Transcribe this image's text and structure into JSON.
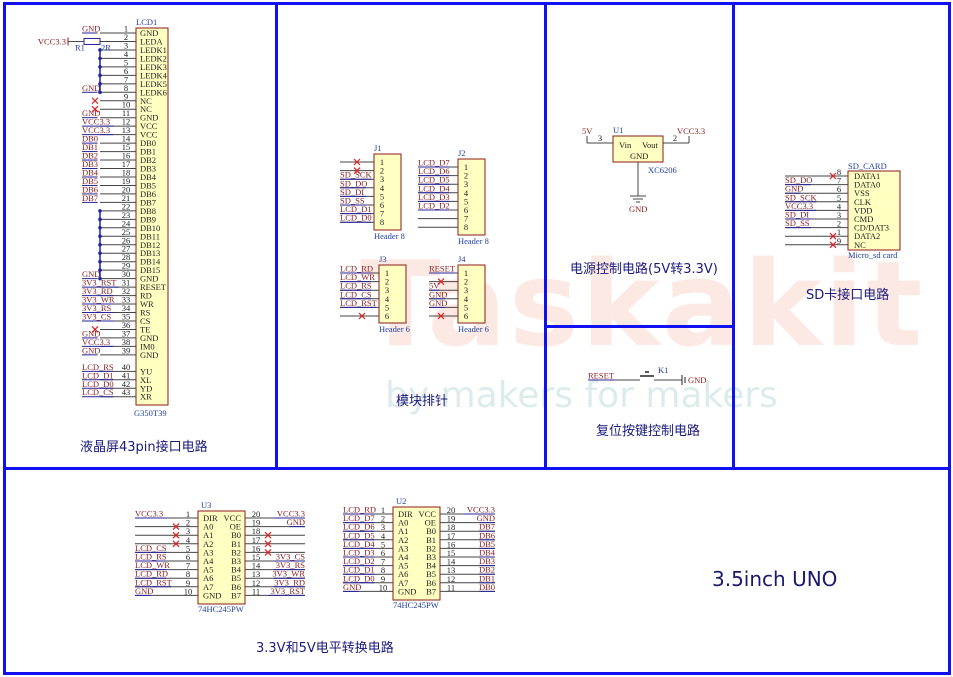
{
  "colors": {
    "border": "#1010f0",
    "net": "#8b1a1a",
    "wire": "#23239a",
    "ref": "#1f3f9f",
    "box_fill": "#ffffc2",
    "box_stroke": "#8b1a1a",
    "nc": "#e02020"
  },
  "watermark": {
    "brand": "Taskakit",
    "tagline": "by makers for makers"
  },
  "sections": {
    "lcd": "液晶屏43pin接口电路",
    "headers": "模块排针",
    "power": "电源控制电路(5V转3.3V)",
    "reset": "复位按键控制电路",
    "sd": "SD卡接口电路",
    "level": "3.3V和5V电平转换电路",
    "board": "3.5inch UNO"
  },
  "lcd": {
    "ref": "LCD1",
    "part": "G350T39",
    "resistor": "R1",
    "resistor_pin": "2R",
    "vcc": "VCC3.3",
    "pins": [
      {
        "n": "1",
        "name": "GND",
        "net": "GND"
      },
      {
        "n": "2",
        "name": "LEDA",
        "net": ""
      },
      {
        "n": "3",
        "name": "LEDK1",
        "net": ""
      },
      {
        "n": "4",
        "name": "LEDK2",
        "net": ""
      },
      {
        "n": "5",
        "name": "LEDK3",
        "net": ""
      },
      {
        "n": "6",
        "name": "LEDK4",
        "net": ""
      },
      {
        "n": "7",
        "name": "LEDK5",
        "net": ""
      },
      {
        "n": "8",
        "name": "LEDK6",
        "net": "GND"
      },
      {
        "n": "9",
        "name": "NC",
        "net": "x"
      },
      {
        "n": "10",
        "name": "NC",
        "net": "x"
      },
      {
        "n": "11",
        "name": "GND",
        "net": "GND"
      },
      {
        "n": "12",
        "name": "VCC",
        "net": "VCC3.3"
      },
      {
        "n": "13",
        "name": "VCC",
        "net": "VCC3.3"
      },
      {
        "n": "14",
        "name": "DB0",
        "net": "DB0"
      },
      {
        "n": "15",
        "name": "DB1",
        "net": "DB1"
      },
      {
        "n": "16",
        "name": "DB2",
        "net": "DB2"
      },
      {
        "n": "17",
        "name": "DB3",
        "net": "DB3"
      },
      {
        "n": "18",
        "name": "DB4",
        "net": "DB4"
      },
      {
        "n": "19",
        "name": "DB5",
        "net": "DB5"
      },
      {
        "n": "20",
        "name": "DB6",
        "net": "DB6"
      },
      {
        "n": "21",
        "name": "DB7",
        "net": "DB7"
      },
      {
        "n": "22",
        "name": "DB8",
        "net": ""
      },
      {
        "n": "23",
        "name": "DB9",
        "net": ""
      },
      {
        "n": "24",
        "name": "DB10",
        "net": ""
      },
      {
        "n": "25",
        "name": "DB11",
        "net": ""
      },
      {
        "n": "26",
        "name": "DB12",
        "net": ""
      },
      {
        "n": "27",
        "name": "DB13",
        "net": ""
      },
      {
        "n": "28",
        "name": "DB14",
        "net": ""
      },
      {
        "n": "29",
        "name": "DB15",
        "net": ""
      },
      {
        "n": "30",
        "name": "GND",
        "net": "GND"
      },
      {
        "n": "31",
        "name": "RESET",
        "net": "3V3_RST"
      },
      {
        "n": "32",
        "name": "RD",
        "net": "3V3_RD"
      },
      {
        "n": "33",
        "name": "WR",
        "net": "3V3_WR"
      },
      {
        "n": "34",
        "name": "RS",
        "net": "3V3_RS"
      },
      {
        "n": "35",
        "name": "CS",
        "net": "3V3_CS"
      },
      {
        "n": "36",
        "name": "TE",
        "net": "x"
      },
      {
        "n": "37",
        "name": "GND",
        "net": "GND"
      },
      {
        "n": "38",
        "name": "IM0",
        "net": "VCC3.3"
      },
      {
        "n": "39",
        "name": "GND",
        "net": "GND"
      },
      {
        "n": "40",
        "name": "YU",
        "net": "LCD_RS"
      },
      {
        "n": "41",
        "name": "XL",
        "net": "LCD_D1"
      },
      {
        "n": "42",
        "name": "YD",
        "net": "LCD_D0"
      },
      {
        "n": "43",
        "name": "XR",
        "net": "LCD_CS"
      }
    ]
  },
  "headers": [
    {
      "ref": "J1",
      "part": "Header 8",
      "pins": [
        {
          "n": "1",
          "net": "x"
        },
        {
          "n": "2",
          "net": "x"
        },
        {
          "n": "3",
          "net": "SD_SCK"
        },
        {
          "n": "4",
          "net": "SD_DO"
        },
        {
          "n": "5",
          "net": "SD_DI"
        },
        {
          "n": "6",
          "net": "SD_SS"
        },
        {
          "n": "7",
          "net": "LCD_D1"
        },
        {
          "n": "8",
          "net": "LCD_D0"
        }
      ]
    },
    {
      "ref": "J2",
      "part": "Header 8",
      "pins": [
        {
          "n": "1",
          "net": "LCD_D7"
        },
        {
          "n": "2",
          "net": "LCD_D6"
        },
        {
          "n": "3",
          "net": "LCD_D5"
        },
        {
          "n": "4",
          "net": "LCD_D4"
        },
        {
          "n": "5",
          "net": "LCD_D3"
        },
        {
          "n": "6",
          "net": "LCD_D2"
        },
        {
          "n": "7",
          "net": ""
        },
        {
          "n": "8",
          "net": ""
        }
      ]
    },
    {
      "ref": "J3",
      "part": "Header 6",
      "pins": [
        {
          "n": "1",
          "net": "LCD_RD"
        },
        {
          "n": "2",
          "net": "LCD_WR"
        },
        {
          "n": "3",
          "net": "LCD_RS"
        },
        {
          "n": "4",
          "net": "LCD_CS"
        },
        {
          "n": "5",
          "net": "LCD_RST"
        },
        {
          "n": "6",
          "net": "x"
        }
      ]
    },
    {
      "ref": "J4",
      "part": "Header 6",
      "pins": [
        {
          "n": "1",
          "net": "RESET"
        },
        {
          "n": "2",
          "net": "x"
        },
        {
          "n": "3",
          "net": "5V"
        },
        {
          "n": "4",
          "net": "GND"
        },
        {
          "n": "5",
          "net": "GND"
        },
        {
          "n": "6",
          "net": "x"
        }
      ]
    }
  ],
  "regulator": {
    "ref": "U1",
    "part": "XC6206",
    "vin": "Vin",
    "vout": "Vout",
    "gnd": "GND",
    "vin_pin": "3",
    "vout_pin": "2",
    "in_net": "5V",
    "out_net": "VCC3.3",
    "gnd_net": "GND"
  },
  "switch": {
    "ref": "K1",
    "net": "RESET",
    "gnd": "GND"
  },
  "sdcard": {
    "ref": "SD_CARD",
    "part": "Micro_sd card",
    "pins": [
      {
        "n": "8",
        "name": "DATA1",
        "net": "x"
      },
      {
        "n": "7",
        "name": "DATA0",
        "net": "SD_DO"
      },
      {
        "n": "6",
        "name": "VSS",
        "net": "GND"
      },
      {
        "n": "5",
        "name": "CLK",
        "net": "SD_SCK"
      },
      {
        "n": "4",
        "name": "VDD",
        "net": "VCC3.3"
      },
      {
        "n": "3",
        "name": "CMD",
        "net": "SD_DI"
      },
      {
        "n": "2",
        "name": "CD/DAT3",
        "net": "SD_SS"
      },
      {
        "n": "1",
        "name": "DATA2",
        "net": "x"
      },
      {
        "n": "9",
        "name": "NC",
        "net": "x"
      }
    ]
  },
  "buffers": [
    {
      "ref": "U3",
      "part": "74HC245PW",
      "left": [
        {
          "n": "1",
          "name": "DIR",
          "net": "VCC3.3"
        },
        {
          "n": "2",
          "name": "A0",
          "net": "x"
        },
        {
          "n": "3",
          "name": "A1",
          "net": "x"
        },
        {
          "n": "4",
          "name": "A2",
          "net": "x"
        },
        {
          "n": "5",
          "name": "A3",
          "net": "LCD_CS"
        },
        {
          "n": "6",
          "name": "A4",
          "net": "LCD_RS"
        },
        {
          "n": "7",
          "name": "A5",
          "net": "LCD_WR"
        },
        {
          "n": "8",
          "name": "A6",
          "net": "LCD_RD"
        },
        {
          "n": "9",
          "name": "A7",
          "net": "LCD_RST"
        },
        {
          "n": "10",
          "name": "GND",
          "net": "GND"
        }
      ],
      "right": [
        {
          "n": "20",
          "name": "VCC",
          "net": "VCC3.3"
        },
        {
          "n": "19",
          "name": "OE",
          "net": "GND"
        },
        {
          "n": "18",
          "name": "B0",
          "net": "x"
        },
        {
          "n": "17",
          "name": "B1",
          "net": "x"
        },
        {
          "n": "16",
          "name": "B2",
          "net": "x"
        },
        {
          "n": "15",
          "name": "B3",
          "net": "3V3_CS"
        },
        {
          "n": "14",
          "name": "B4",
          "net": "3V3_RS"
        },
        {
          "n": "13",
          "name": "B5",
          "net": "3V3_WR"
        },
        {
          "n": "12",
          "name": "B6",
          "net": "3V3_RD"
        },
        {
          "n": "11",
          "name": "B7",
          "net": "3V3_RST"
        }
      ]
    },
    {
      "ref": "U2",
      "part": "74HC245PW",
      "left": [
        {
          "n": "1",
          "name": "DIR",
          "net": "LCD_RD"
        },
        {
          "n": "2",
          "name": "A0",
          "net": "LCD_D7"
        },
        {
          "n": "3",
          "name": "A1",
          "net": "LCD_D6"
        },
        {
          "n": "4",
          "name": "A2",
          "net": "LCD_D5"
        },
        {
          "n": "5",
          "name": "A3",
          "net": "LCD_D4"
        },
        {
          "n": "6",
          "name": "A4",
          "net": "LCD_D3"
        },
        {
          "n": "7",
          "name": "A5",
          "net": "LCD_D2"
        },
        {
          "n": "8",
          "name": "A6",
          "net": "LCD_D1"
        },
        {
          "n": "9",
          "name": "A7",
          "net": "LCD_D0"
        },
        {
          "n": "10",
          "name": "GND",
          "net": "GND"
        }
      ],
      "right": [
        {
          "n": "20",
          "name": "VCC",
          "net": "VCC3.3"
        },
        {
          "n": "19",
          "name": "OE",
          "net": "GND"
        },
        {
          "n": "18",
          "name": "B0",
          "net": "DB7"
        },
        {
          "n": "17",
          "name": "B1",
          "net": "DB6"
        },
        {
          "n": "16",
          "name": "B2",
          "net": "DB5"
        },
        {
          "n": "15",
          "name": "B3",
          "net": "DB4"
        },
        {
          "n": "14",
          "name": "B4",
          "net": "DB3"
        },
        {
          "n": "13",
          "name": "B5",
          "net": "DB2"
        },
        {
          "n": "12",
          "name": "B6",
          "net": "DB1"
        },
        {
          "n": "11",
          "name": "B7",
          "net": "DB0"
        }
      ]
    }
  ]
}
